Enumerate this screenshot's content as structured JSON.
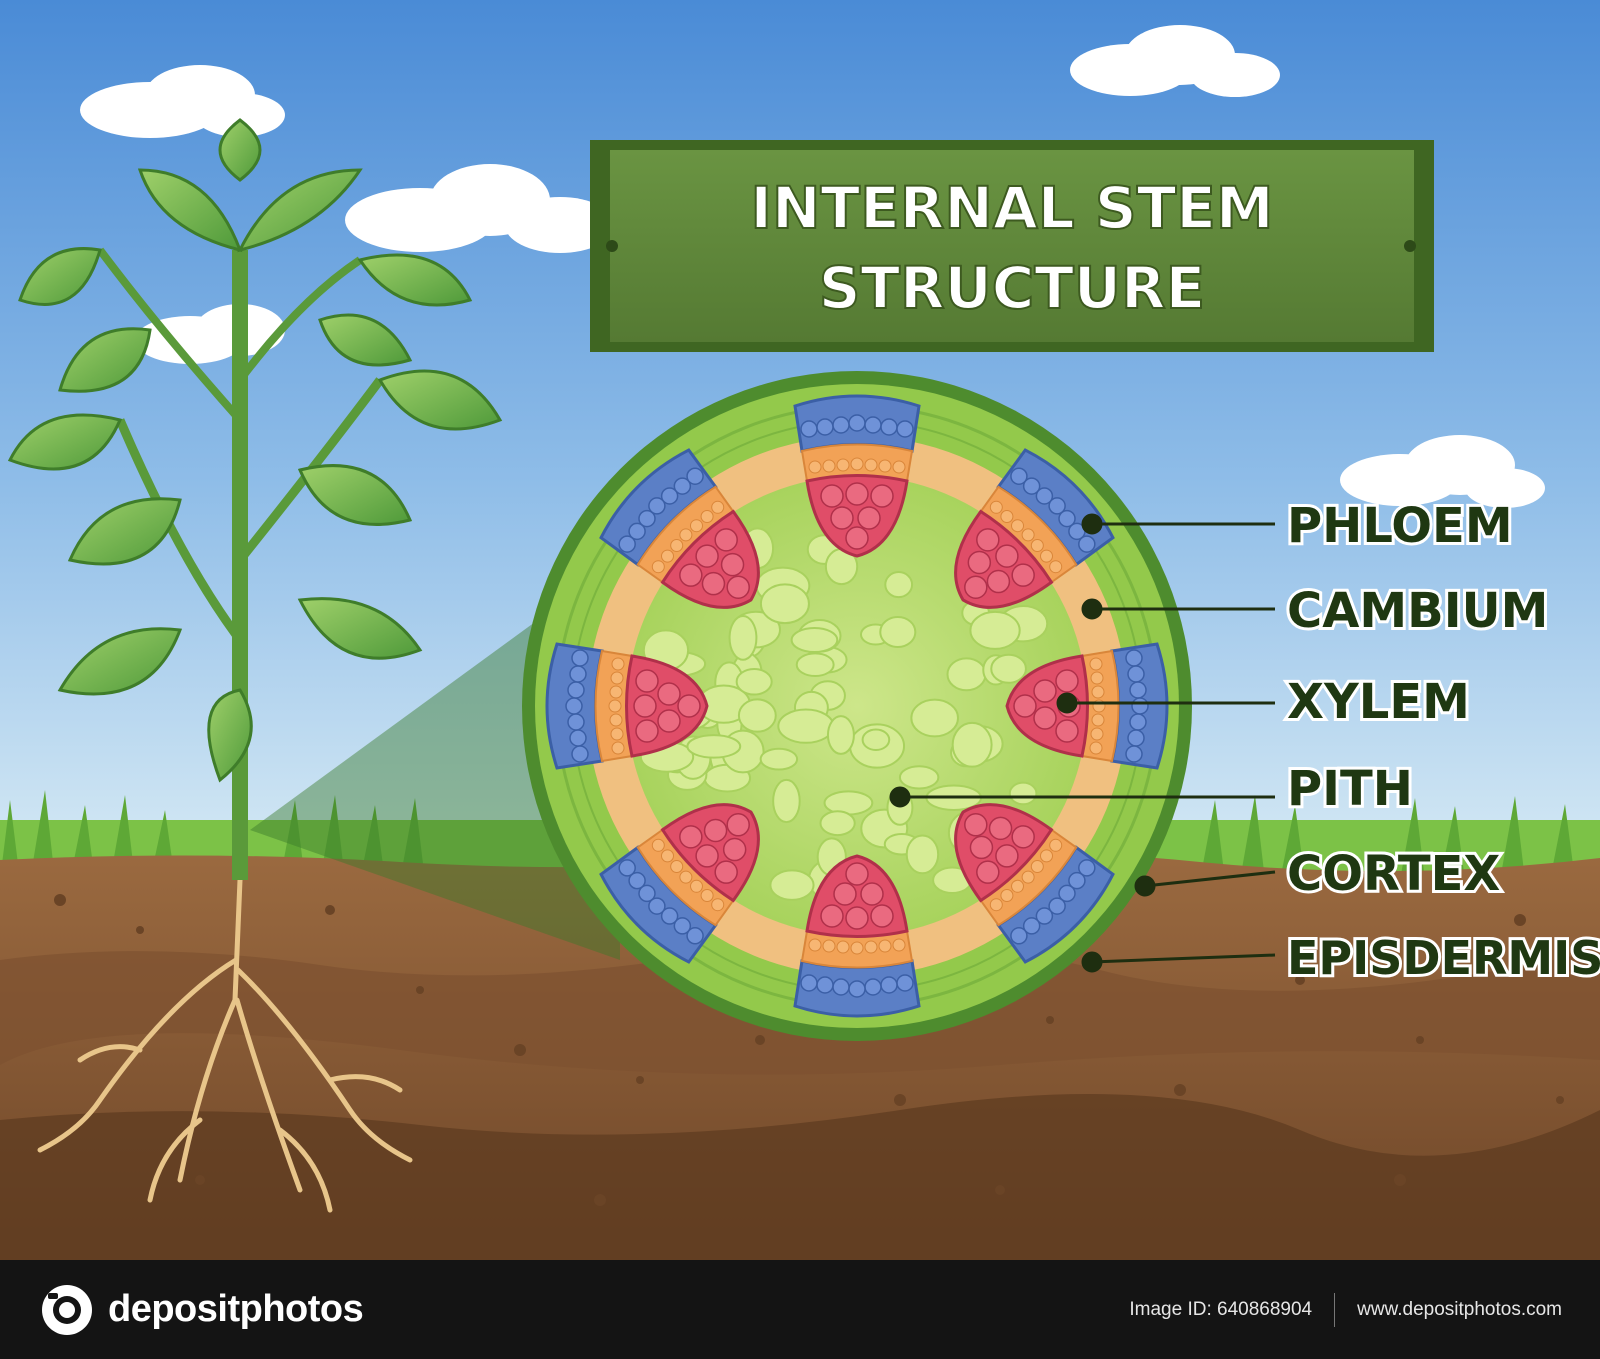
{
  "title": {
    "line1": "INTERNAL STEM",
    "line2": "STRUCTURE"
  },
  "labels": [
    {
      "id": "phloem",
      "text": "PHLOEM"
    },
    {
      "id": "cambium",
      "text": "CAMBIUM"
    },
    {
      "id": "xylem",
      "text": "XYLEM"
    },
    {
      "id": "pith",
      "text": "PITH"
    },
    {
      "id": "cortex",
      "text": "CORTEX"
    },
    {
      "id": "epidermis",
      "text": "EPISDERMIS"
    }
  ],
  "footer": {
    "brand": "depositphotos",
    "image_id": "Image ID: 640868904",
    "site": "www.depositphotos.com"
  },
  "colors": {
    "sky_top": "#4f8fd8",
    "sky_bottom": "#cfe3f3",
    "sign_green": "#5f8a3a",
    "soil": "#8a5a36",
    "epidermis": "#4e8c2e",
    "cortex": "#93c94b",
    "pith": "#c4e27a",
    "phloem": "#5b7fc6",
    "cambium": "#f2a256",
    "xylem": "#e04d68"
  }
}
